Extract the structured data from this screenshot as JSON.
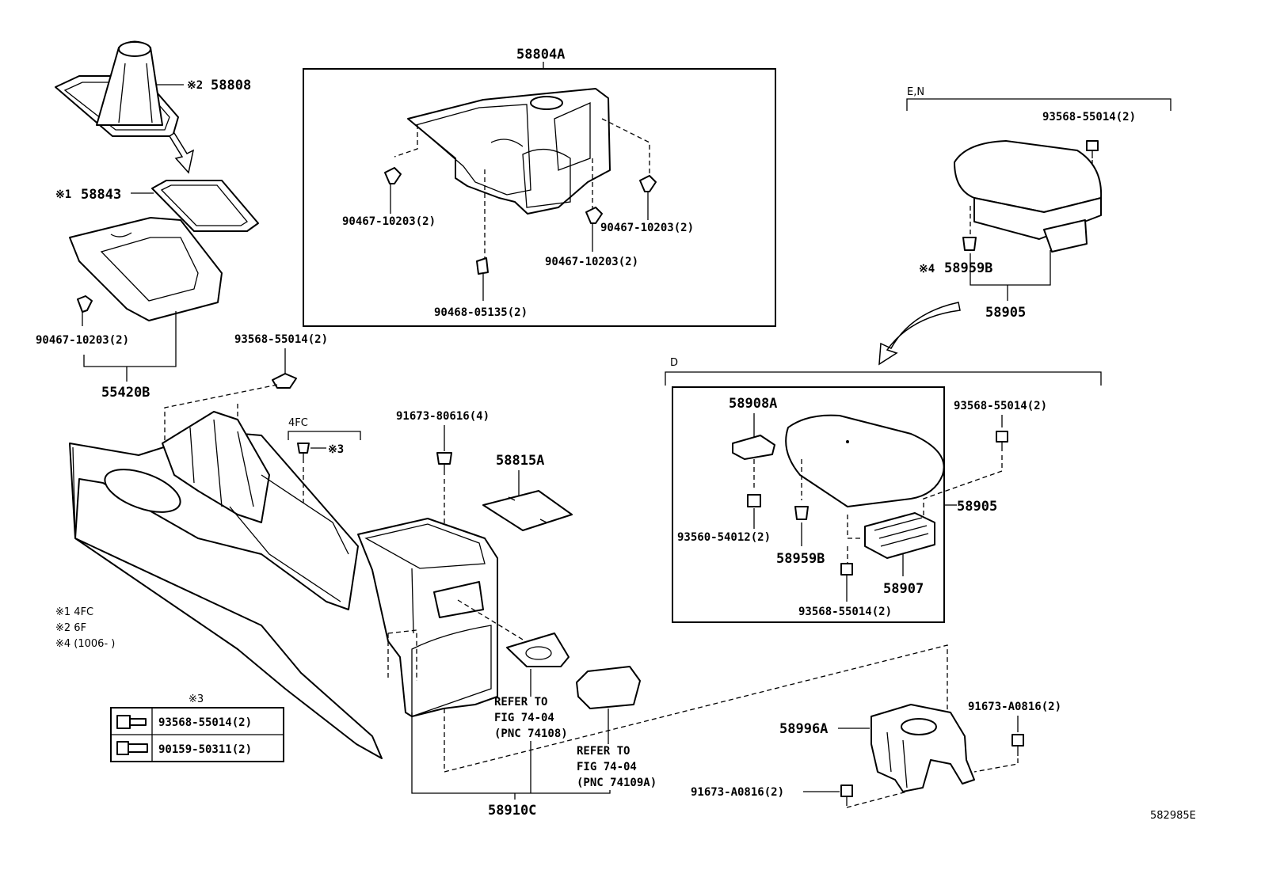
{
  "labels": {
    "l58804A": "58804A",
    "l58808": "58808",
    "n2a": "※2",
    "n1a": "※1",
    "l58843": "58843",
    "l90467_left": "90467-10203(2)",
    "l55420B": "55420B",
    "l93568_top": "93568-55014(2)",
    "l4FC": "4FC",
    "n3a": "※3",
    "l91673_806": "91673-80616(4)",
    "l58815A": "58815A",
    "l90467_b1": "90467-10203(2)",
    "l90467_b2": "90467-10203(2)",
    "l90467_b3": "90467-10203(2)",
    "l90468": "90468-05135(2)",
    "lEN": "E,N",
    "l93568_en": "93568-55014(2)",
    "n4a": "※4",
    "l58959B_en": "58959B",
    "l58905_en": "58905",
    "lD": "D",
    "l58908A": "58908A",
    "l93568_d1": "93568-55014(2)",
    "l58905_d": "58905",
    "l93560": "93560-54012(2)",
    "l58959B_d": "58959B",
    "l58907": "58907",
    "l93568_d2": "93568-55014(2)",
    "l91673_a1": "91673-A0816(2)",
    "l58996A": "58996A",
    "l91673_a2": "91673-A0816(2)",
    "l58910C": "58910C",
    "refer1_a": "REFER TO",
    "refer1_b": "FIG 74-04",
    "refer1_c": "(PNC 74108)",
    "refer2_a": "REFER TO",
    "refer2_b": "FIG 74-04",
    "refer2_c": "(PNC 74109A)",
    "fig_id": "582985E"
  },
  "notes": {
    "n1": "※1 4FC",
    "n2": "※2 6F",
    "n4": "※4 (1006-      )"
  },
  "fastener_table": {
    "header": "※3",
    "rows": [
      {
        "part": "93568-55014(2)",
        "icon": "flange-bolt-icon"
      },
      {
        "part": "90159-50311(2)",
        "icon": "hex-bolt-icon"
      }
    ]
  }
}
